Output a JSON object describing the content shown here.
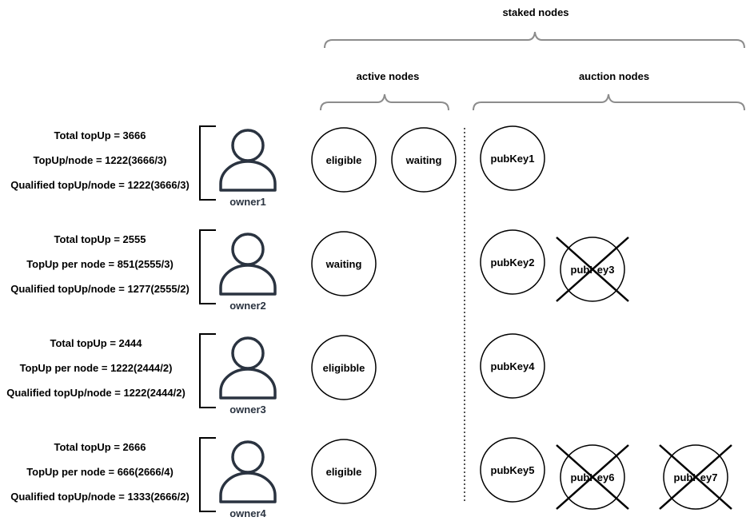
{
  "headers": {
    "staked_nodes": "staked nodes",
    "active_nodes": "active nodes",
    "auction_nodes": "auction nodes"
  },
  "owners": [
    {
      "name": "owner1",
      "total_topup": "Total topUp = 3666",
      "topup_per_node": "TopUp/node =  1222(3666/3)",
      "qualified_topup": "Qualified topUp/node = 1222(3666/3)",
      "active_nodes": [
        "eligible",
        "waiting"
      ],
      "auction_nodes": [
        {
          "label": "pubKey1",
          "crossed_out": false
        }
      ]
    },
    {
      "name": "owner2",
      "total_topup": "Total topUp = 2555",
      "topup_per_node": "TopUp per node = 851(2555/3)",
      "qualified_topup": "Qualified topUp/node = 1277(2555/2)",
      "active_nodes": [
        "waiting"
      ],
      "auction_nodes": [
        {
          "label": "pubKey2",
          "crossed_out": false
        },
        {
          "label": "pubKey3",
          "crossed_out": true
        }
      ]
    },
    {
      "name": "owner3",
      "total_topup": "Total topUp = 2444",
      "topup_per_node": "TopUp per node = 1222(2444/2)",
      "qualified_topup": "Qualified topUp/node = 1222(2444/2)",
      "active_nodes": [
        "eligibble"
      ],
      "auction_nodes": [
        {
          "label": "pubKey4",
          "crossed_out": false
        }
      ]
    },
    {
      "name": "owner4",
      "total_topup": "Total topUp = 2666",
      "topup_per_node": "TopUp per node = 666(2666/4)",
      "qualified_topup": "Qualified topUp/node = 1333(2666/2)",
      "active_nodes": [
        "eligible"
      ],
      "auction_nodes": [
        {
          "label": "pubKey5",
          "crossed_out": false
        },
        {
          "label": "pubKey6",
          "crossed_out": true
        },
        {
          "label": "pubKey7",
          "crossed_out": true
        }
      ]
    }
  ],
  "icons": {
    "owner": "person-icon",
    "bracket": "bracket-icon",
    "cross": "cross-mark-icon"
  },
  "colors": {
    "node_stroke": "#000000",
    "person_stroke": "#2a3340",
    "brace_stroke": "#8c8c8c",
    "divider": "#555555"
  }
}
